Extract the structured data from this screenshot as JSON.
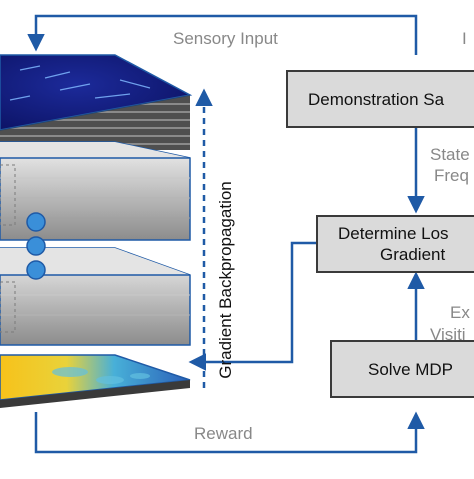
{
  "labels": {
    "sensory_input": "Sensory Input",
    "reward": "Reward",
    "gradient_backprop": "Gradient Backpropagation",
    "right_edge_top": "I",
    "state_freq_line1": "State",
    "state_freq_line2": "Freq",
    "exp_visit_line1": "Ex",
    "exp_visit_line2": "Visiti"
  },
  "boxes": {
    "demonstration": "Demonstration Sa",
    "loss_gradient_line1": "Determine Los",
    "loss_gradient_line2": "Gradient",
    "solve_mdp": "Solve MDP"
  },
  "colors": {
    "arrow": "#1f5aa6",
    "box_fill": "#dadada",
    "box_border": "#3a3a3a",
    "label_gray": "#888888",
    "node_fill": "#3a8fd9"
  }
}
